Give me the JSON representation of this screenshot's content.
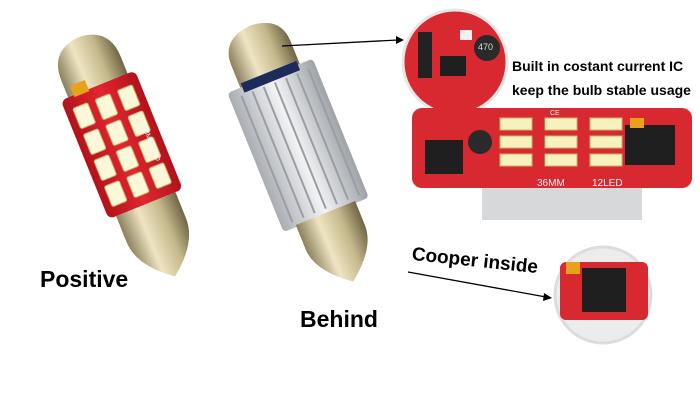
{
  "labels": {
    "positive": "Positive",
    "behind": "Behind",
    "ic_line1": "Built in costant current IC",
    "ic_line2": "keep the bulb stable usage",
    "cooper": "Cooper inside"
  },
  "board": {
    "size_text": "36MM",
    "led_text": "12LED",
    "resistor_code": "470",
    "ce_mark": "CE"
  },
  "bulb_side_text": "36MM 12LED",
  "colors": {
    "pcb_red": "#d8202a",
    "cap_metal": "#cfc49a",
    "heatsink": "#d9dbde",
    "led_yellow": "#f7f1c0",
    "chip_black": "#1f1f1f",
    "capacitor_orange": "#e8a21a"
  }
}
